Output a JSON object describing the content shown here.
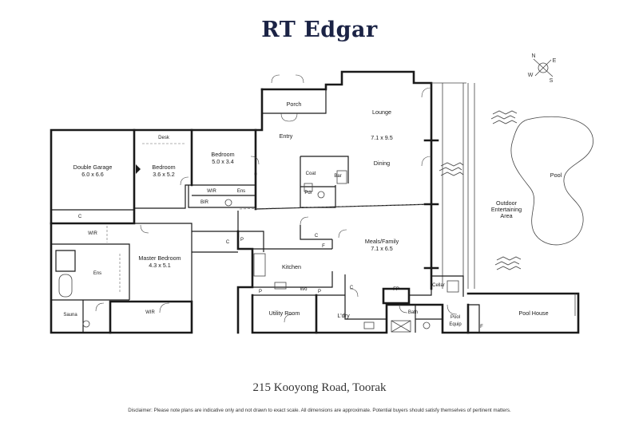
{
  "brand": "RT Edgar",
  "address": "215 Kooyong Road, Toorak",
  "disclaimer": "Disclaimer: Please note plans are indicative only and not drawn to exact scale. All dimensions are approximate. Potential buyers should satisfy themselves of pertinent matters.",
  "compass": {
    "n": "N",
    "e": "E",
    "s": "S",
    "w": "W"
  },
  "rooms": {
    "porch": "Porch",
    "lounge": "Lounge",
    "lounge_dim": "7.1 x 9.5",
    "entry": "Entry",
    "dining": "Dining",
    "coat": "Coat",
    "bar": "Bar",
    "pdr": "Pdr",
    "double_garage": "Double Garage",
    "double_garage_dim": "6.0 x 6.6",
    "desk": "Desk",
    "bedroom_a": "Bedroom",
    "bedroom_a_dim": "3.6 x 5.2",
    "bedroom_b": "Bedroom",
    "bedroom_b_dim": "5.0 x 3.4",
    "wir_a": "WIR",
    "ens_a": "Ens",
    "bir": "BIR",
    "garage_c": "C",
    "wir_b": "WIR",
    "ens_b": "Ens",
    "master": "Master Bedroom",
    "master_dim": "4.3 x 5.1",
    "sauna": "Sauna",
    "wir_c": "WIR",
    "c_hall": "C",
    "p_hall": "P",
    "c_meals": "C",
    "f_meals": "F",
    "meals": "Meals/Family",
    "meals_dim": "7.1 x 6.5",
    "kitchen": "Kitchen",
    "p_k1": "P",
    "wo": "Wo",
    "p_k2": "P",
    "c_k": "C",
    "fp": "FP",
    "cellar": "Cellar",
    "utility": "Utility Room",
    "ldry": "L'dry",
    "bath": "Bath",
    "pool_equip_1": "Pool",
    "pool_equip_2": "Equip",
    "f_pool": "F",
    "pool_house": "Pool House",
    "outdoor_1": "Outdoor",
    "outdoor_2": "Entertaining",
    "outdoor_3": "Area",
    "pool": "Pool"
  }
}
